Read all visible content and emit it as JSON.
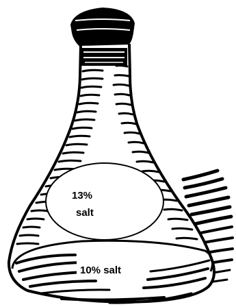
{
  "diagram": {
    "inner_region_label_line1": "13%",
    "inner_region_label_line2": "salt",
    "outer_region_label": "10% salt"
  },
  "colors": {
    "ink": "#000000",
    "background": "#ffffff",
    "label_fill": "#ffffff"
  },
  "icons": {
    "flask": "erlenmeyer-flask-icon",
    "stopper": "cork-stopper-icon"
  }
}
